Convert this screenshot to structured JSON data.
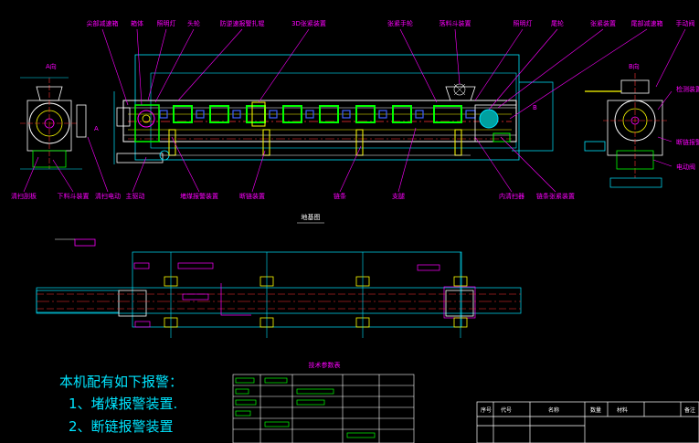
{
  "top_labels": [
    "尖部减速箱",
    "箱体",
    "照明灯",
    "头轮",
    "防逆速报警扎辊",
    "3D张紧装置",
    "张紧手轮",
    "落料斗装置",
    "照明灯",
    "尾轮",
    "张紧装置",
    "尾部减速箱",
    "手动阀"
  ],
  "bottom_labels": [
    "清扫刮板",
    "下料斗装置",
    "清扫电动",
    "主驱动",
    "堵煤报警装置",
    "断链装置",
    "链条",
    "支腿",
    "内清扫器",
    "链条张紧装置"
  ],
  "side_labels": [
    "检测装置",
    "断链报警",
    "电动阀"
  ],
  "view_markers": [
    "A向",
    "A",
    "B向",
    "B"
  ],
  "plan_title": "地基图",
  "table_title": "技术参数表",
  "notes": {
    "title": "本机配有如下报警：",
    "item1": "1、堵煤报警装置.",
    "item2": "2、断链报警装置"
  },
  "title_block_headers": [
    "序号",
    "代号",
    "名称",
    "数量",
    "材料",
    "备注"
  ],
  "colors": {
    "background": "#000000",
    "frame": "#00e5ff",
    "annotation": "#ff00ff",
    "body": "#ffffff",
    "chain": "#ff3333",
    "flight": "#00ff00",
    "support": "#ffff00",
    "detail": "#4060ff"
  }
}
